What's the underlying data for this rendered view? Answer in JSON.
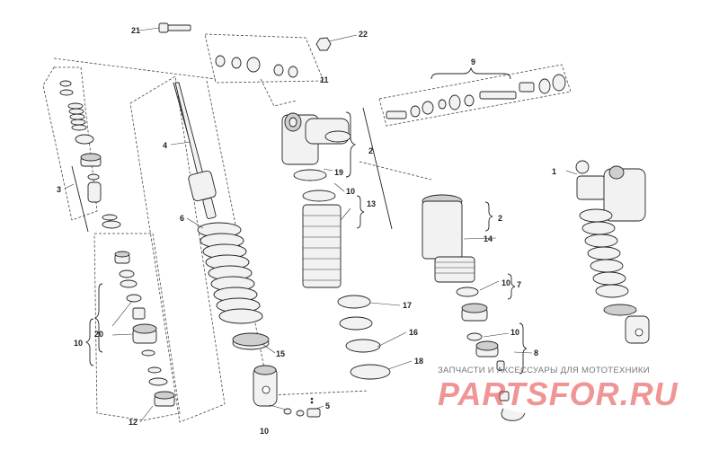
{
  "callouts": {
    "c1": "1",
    "c2a": "2",
    "c2b": "2",
    "c3": "3",
    "c4": "4",
    "c5": "5",
    "c6": "6",
    "c7": "7",
    "c8": "8",
    "c9": "9",
    "c10a": "10",
    "c10b": "10",
    "c10c": "10",
    "c10d": "10",
    "c10e": "10",
    "c11": "11",
    "c12": "12",
    "c13": "13",
    "c14": "14",
    "c15": "15",
    "c16": "16",
    "c17": "17",
    "c18": "18",
    "c19": "19",
    "c20": "20",
    "c21": "21",
    "c22": "22"
  },
  "watermark": {
    "tagline": "ЗАПЧАСТИ И АКСЕССУАРЫ ДЛЯ МОТОТЕХНИКИ",
    "brand": "PARTSFOR.RU",
    "color": "#e53f3f"
  },
  "colors": {
    "line": "#222222",
    "fill": "#f2f2f2",
    "shade": "#cfcfcf"
  }
}
